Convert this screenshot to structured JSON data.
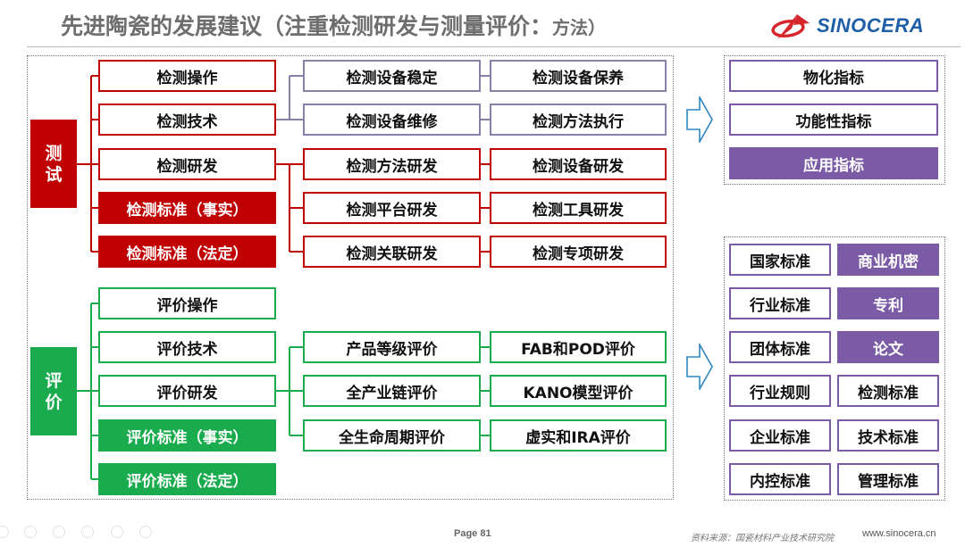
{
  "header": {
    "title_main": "先进陶瓷的发展建议（注重检测研发与测量评价：",
    "title_tail": "方法）",
    "logo_text": "SINOCERA"
  },
  "colors": {
    "test_red": "#c00000",
    "eval_green": "#1aab4e",
    "index_purple": "#7b5aa6",
    "device_lavender": "#8a7fa8",
    "arrow_blue": "#2e86c1",
    "title_gray": "#6e6e6e"
  },
  "test": {
    "root": [
      "测",
      "试"
    ],
    "branches": [
      "检测操作",
      "检测技术",
      "检测研发",
      "检测标准（事实）",
      "检测标准（法定）"
    ],
    "device_items": [
      {
        "left": "检测设备稳定",
        "right": "检测设备保养"
      },
      {
        "left": "检测设备维修",
        "right": "检测方法执行"
      }
    ],
    "rd_items": [
      {
        "left": "检测方法研发",
        "right": "检测设备研发"
      },
      {
        "left": "检测平台研发",
        "right": "检测工具研发"
      },
      {
        "left": "检测关联研发",
        "right": "检测专项研发"
      }
    ]
  },
  "eval": {
    "root": [
      "评",
      "价"
    ],
    "branches": [
      "评价操作",
      "评价技术",
      "评价研发",
      "评价标准（事实）",
      "评价标准（法定）"
    ],
    "rd_items": [
      {
        "left": "产品等级评价",
        "right": "FAB和POD评价"
      },
      {
        "left": "全产业链评价",
        "right": "KANO模型评价"
      },
      {
        "left": "全生命周期评价",
        "right": "虚实和IRA评价"
      }
    ]
  },
  "indicators": [
    "物化指标",
    "功能性指标",
    "应用指标"
  ],
  "standards": [
    {
      "left": "国家标准",
      "right": "商业机密"
    },
    {
      "left": "行业标准",
      "right": "专利"
    },
    {
      "left": "团体标准",
      "right": "论文"
    },
    {
      "left": "行业规则",
      "right": "检测标准"
    },
    {
      "left": "企业标准",
      "right": "技术标准"
    },
    {
      "left": "内控标准",
      "right": "管理标准"
    }
  ],
  "footer": {
    "page": "Page 81",
    "source": "资料来源：国瓷材料产业技术研究院",
    "url": "www.sinocera.cn"
  }
}
